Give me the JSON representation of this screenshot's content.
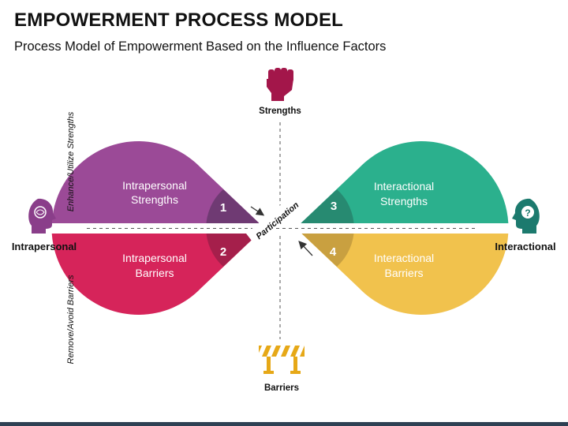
{
  "title": "EMPOWERMENT PROCESS MODEL",
  "subtitle": "Process Model of Empowerment Based on the Influence Factors",
  "axes": {
    "top": "Strengths",
    "bottom": "Barriers",
    "left": "Intrapersonal",
    "right": "Interactional",
    "left_upper_note": "Enhance/Utilize Strengths",
    "left_lower_note": "Remove/Avoid Barriers",
    "center": "Participation"
  },
  "quadrants": [
    {
      "number": "1",
      "line1": "Intrapersonal",
      "line2": "Strengths",
      "color": "#9b4a97",
      "accent": "#6f3a73"
    },
    {
      "number": "2",
      "line1": "Intrapersonal",
      "line2": "Barriers",
      "color": "#d6245a",
      "accent": "#a51f4b"
    },
    {
      "number": "3",
      "line1": "Interactional",
      "line2": "Strengths",
      "color": "#2bb08d",
      "accent": "#278a71"
    },
    {
      "number": "4",
      "line1": "Interactional",
      "line2": "Barriers",
      "color": "#f1c24d",
      "accent": "#c9a040"
    }
  ],
  "icons": {
    "strengths": "raised-fist-icon",
    "barriers": "road-barrier-icon",
    "intrapersonal": "head-brain-icon",
    "interactional": "head-question-icon"
  }
}
